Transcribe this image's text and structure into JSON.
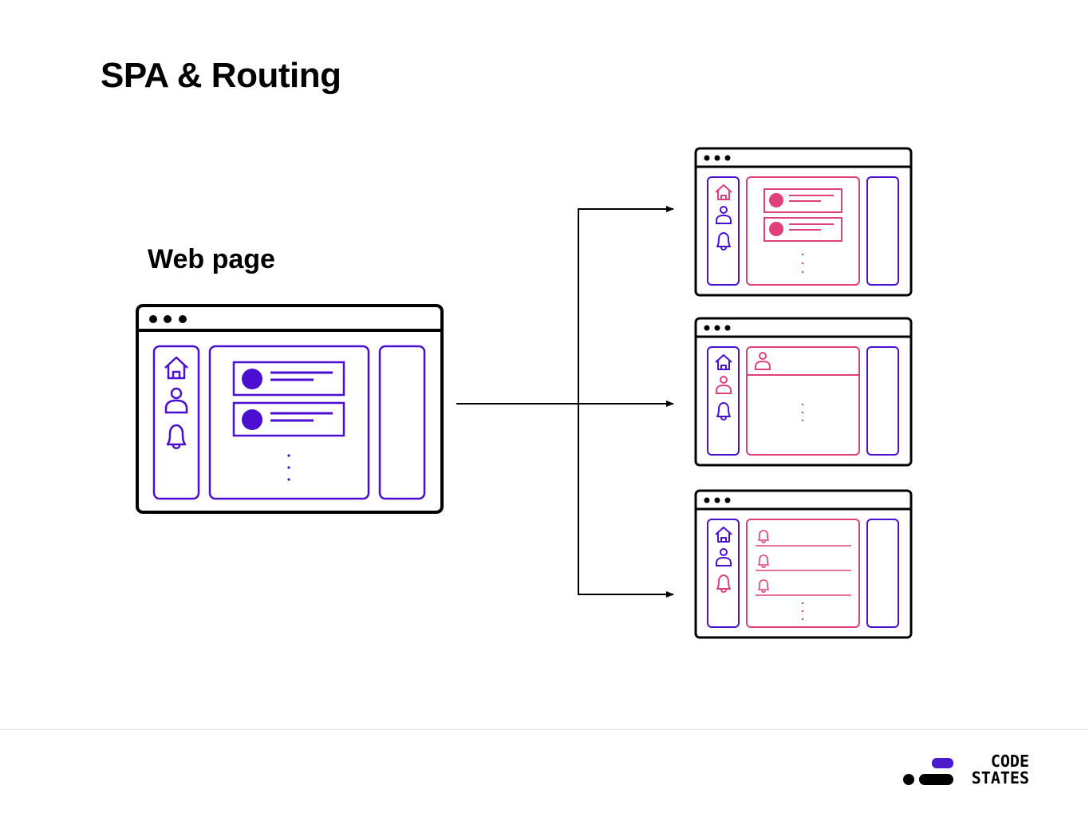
{
  "title": "SPA & Routing",
  "webpage_label": "Web page",
  "brand": {
    "line1": "CODE",
    "line2": "STATES",
    "accent_color": "#4a1ccd"
  },
  "colors": {
    "frame": "#000000",
    "purple": "#4a0fd0",
    "pink": "#e0407a"
  },
  "icons": [
    "home-icon",
    "user-icon",
    "bell-icon"
  ],
  "routes": [
    {
      "name": "feed-route",
      "active_icon": "home-icon"
    },
    {
      "name": "profile-route",
      "active_icon": "user-icon"
    },
    {
      "name": "notifications-route",
      "active_icon": "bell-icon"
    }
  ]
}
